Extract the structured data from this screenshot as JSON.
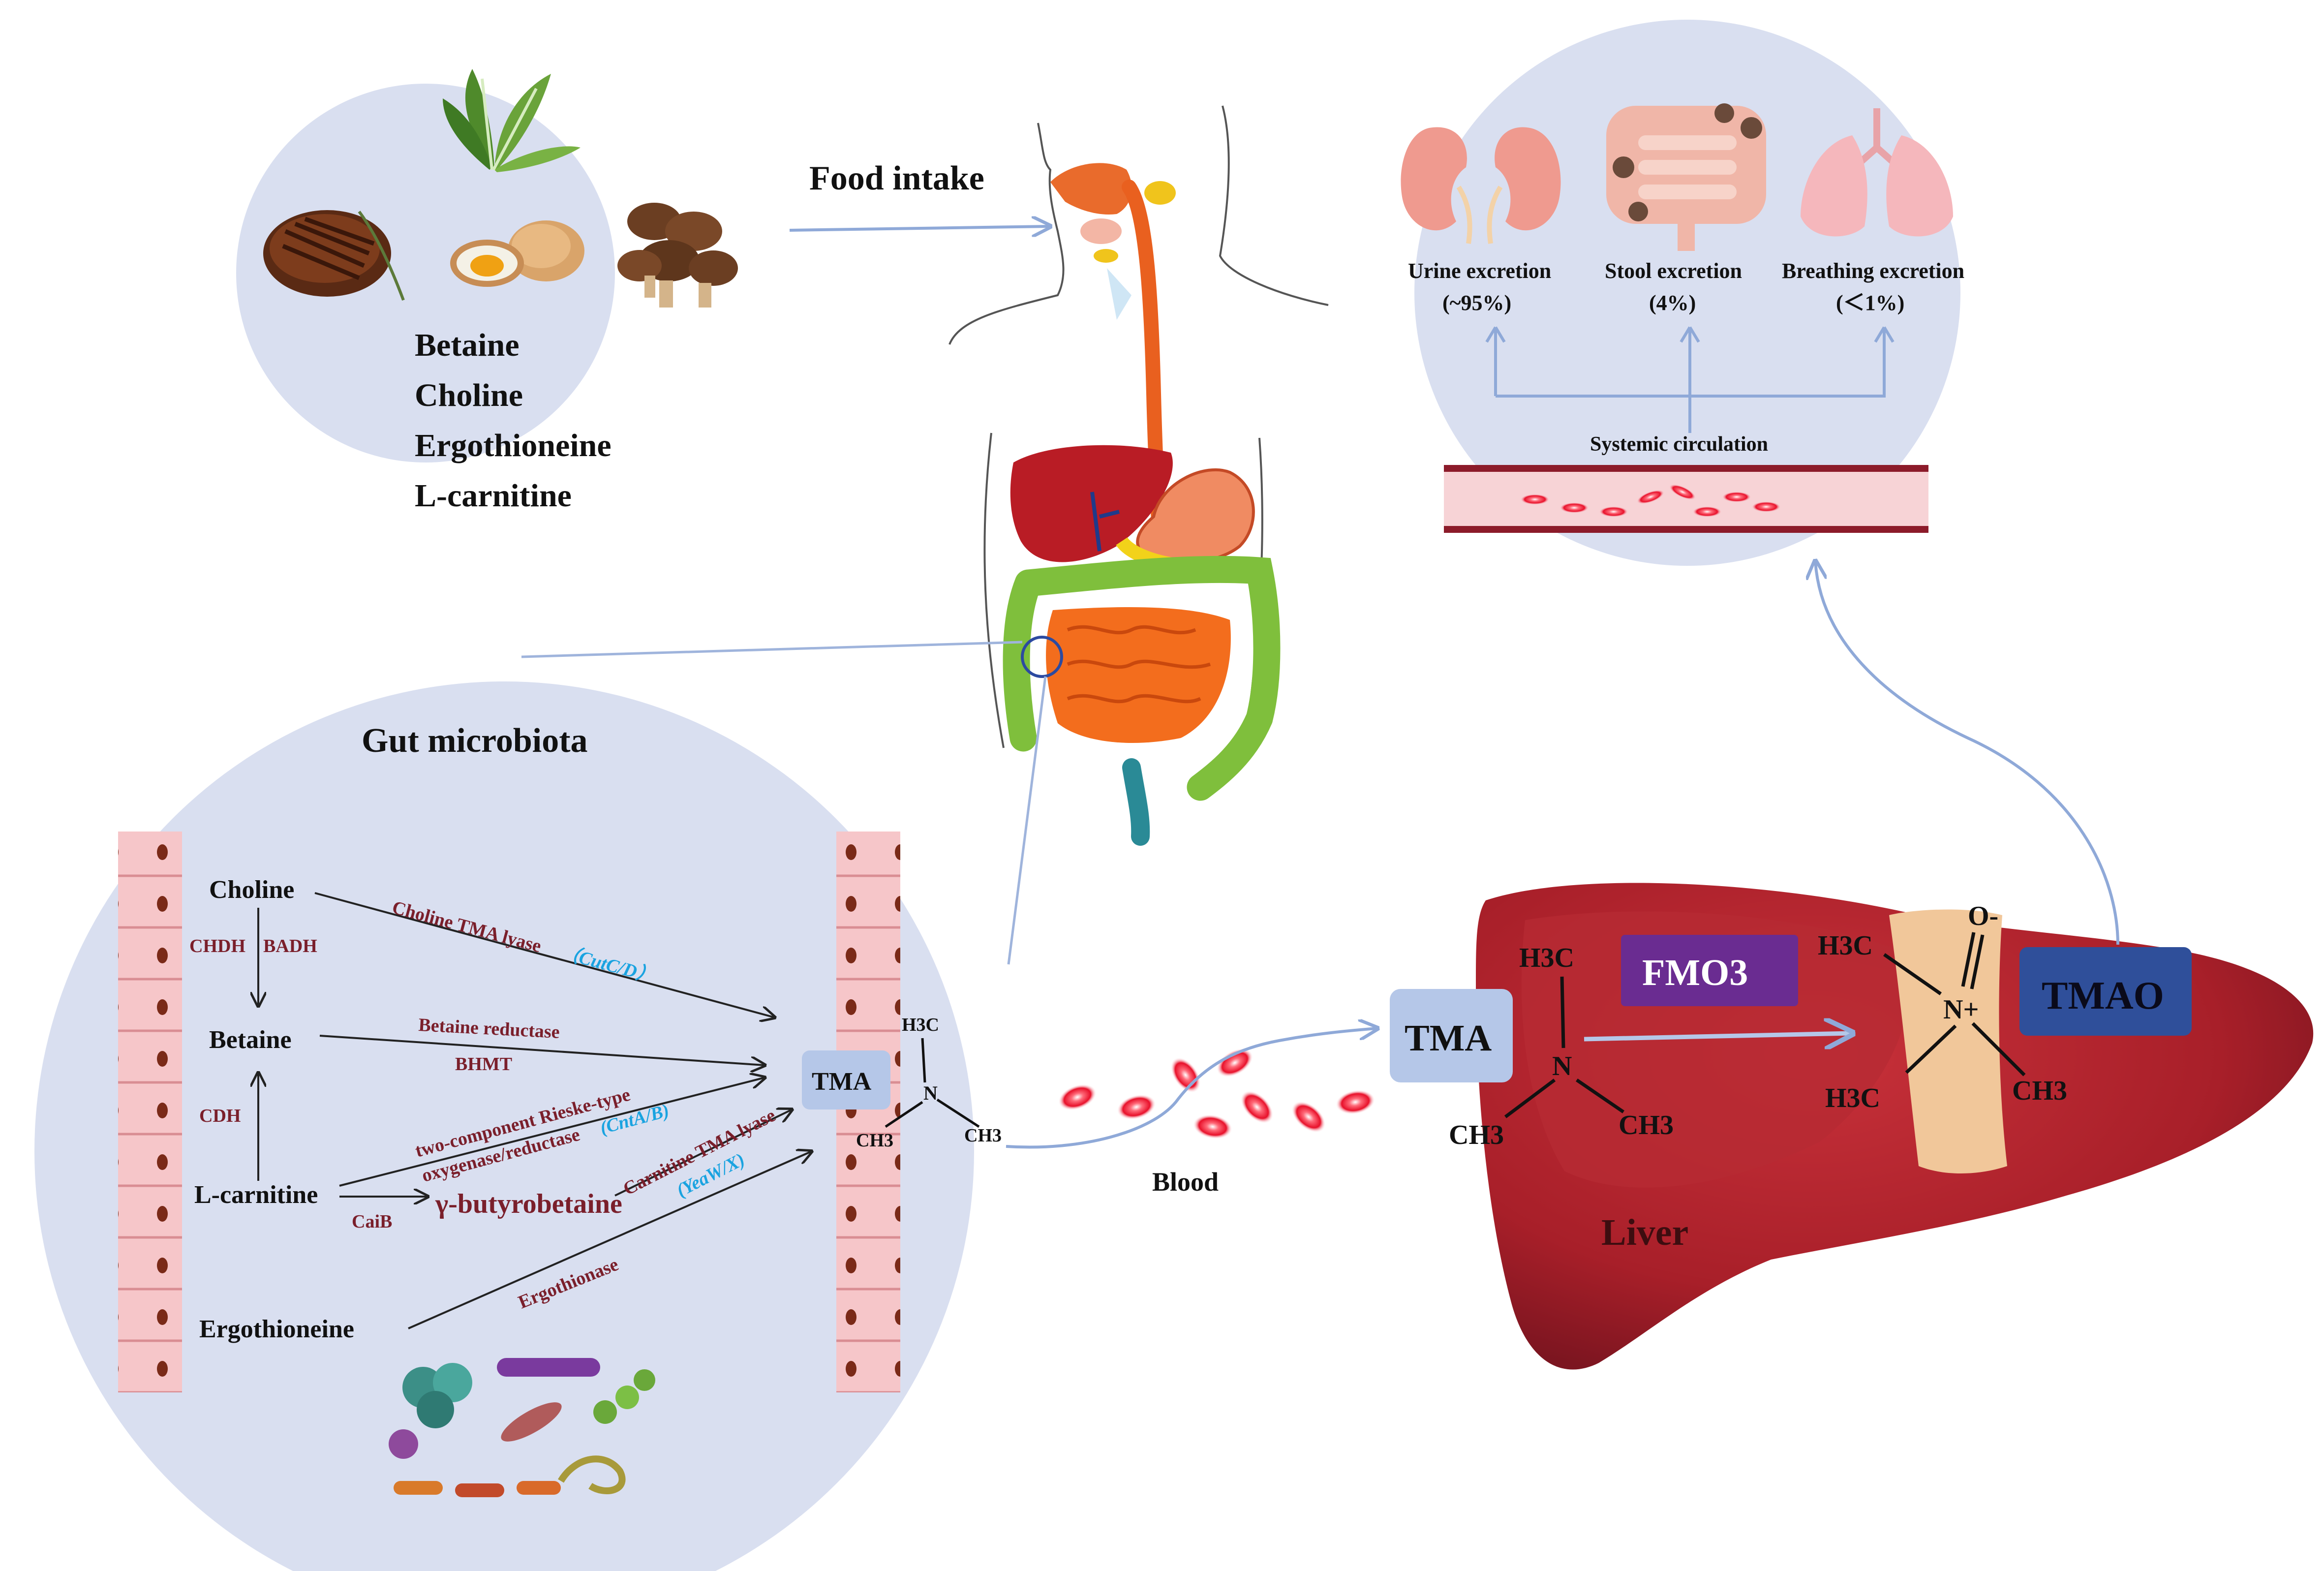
{
  "food": {
    "title": "Food intake",
    "items": [
      "Betaine",
      "Choline",
      "Ergothioneine",
      "L-carnitine"
    ]
  },
  "excretion": {
    "urine_label": "Urine excretion",
    "urine_pct": "(~95%)",
    "stool_label": "Stool excretion",
    "stool_pct": "(4%)",
    "breath_label": "Breathing excretion",
    "breath_pct": "(＜1%)",
    "circulation_label": "Systemic circulation"
  },
  "gut": {
    "title": "Gut microbiota",
    "choline": "Choline",
    "betaine": "Betaine",
    "lcarnitine": "L-carnitine",
    "ergothioneine": "Ergothioneine",
    "gbb": "γ-butyrobetaine",
    "tma": "TMA",
    "chdh": "CHDH",
    "badh": "BADH",
    "cdh": "CDH",
    "caib": "CaiB",
    "choline_lyase": "Choline TMA lyase",
    "choline_lyase_gene": "（CutC/D）",
    "betaine_reductase": "Betaine reductase",
    "bhmt": "BHMT",
    "rieske_line1": "two-component Rieske-type",
    "rieske_line2": "oxygenase/reductase",
    "rieske_gene": "(CntA/B)",
    "carnitine_lyase": "Carnitine TMA lyase",
    "carnitine_gene": "(YeaW/X)",
    "ergothionase": "Ergothionase",
    "h3c": "H3C",
    "ch3_left": "CH3",
    "ch3_right": "CH3",
    "n": "N"
  },
  "blood": {
    "label": "Blood"
  },
  "liver": {
    "label": "Liver",
    "tma": "TMA",
    "fmo3": "FMO3",
    "tmao": "TMAO",
    "h3c_top": "H3C",
    "ch3_bottom_left": "CH3",
    "ch3_bottom_right": "CH3",
    "n": "N",
    "h3c_tmao_top": "H3C",
    "h3c_tmao_bottom": "H3C",
    "ch3_tmao": "CH3",
    "o_minus": "O-",
    "n_plus": "N+"
  },
  "colors": {
    "panel_bg": "#d9dff0",
    "arrow_blue": "#8fa9d8",
    "enzyme_red": "#7a1f2b",
    "gene_cyan": "#1aa3e0",
    "fmo3_purple": "#6a2c91",
    "tmao_blue": "#2f4f9a",
    "tma_box": "#b5c7e8",
    "liver_red": "#a8202a",
    "liver_dark": "#7c1520"
  }
}
